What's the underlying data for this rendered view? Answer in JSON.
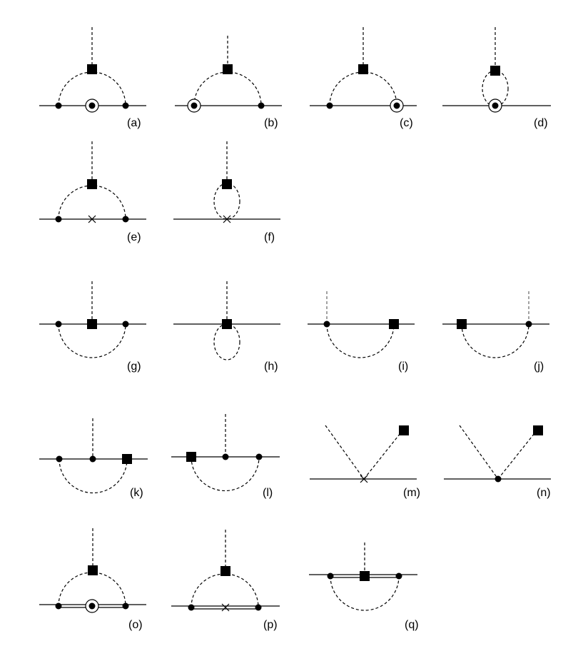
{
  "figure": {
    "panels": [
      {
        "id": "a",
        "label": "(a)"
      },
      {
        "id": "b",
        "label": "(b)"
      },
      {
        "id": "c",
        "label": "(c)"
      },
      {
        "id": "d",
        "label": "(d)"
      },
      {
        "id": "e",
        "label": "(e)"
      },
      {
        "id": "f",
        "label": "(f)"
      },
      {
        "id": "g",
        "label": "(g)"
      },
      {
        "id": "h",
        "label": "(h)"
      },
      {
        "id": "i",
        "label": "(i)"
      },
      {
        "id": "j",
        "label": "(j)"
      },
      {
        "id": "k",
        "label": "(k)"
      },
      {
        "id": "l",
        "label": "(l)"
      },
      {
        "id": "m",
        "label": "(m)"
      },
      {
        "id": "n",
        "label": "(n)"
      },
      {
        "id": "o",
        "label": "(o)"
      },
      {
        "id": "p",
        "label": "(p)"
      },
      {
        "id": "q",
        "label": "(q)"
      }
    ]
  },
  "colors": {
    "ink": "#000000",
    "faint_line": "#666666",
    "background": "#ffffff"
  }
}
